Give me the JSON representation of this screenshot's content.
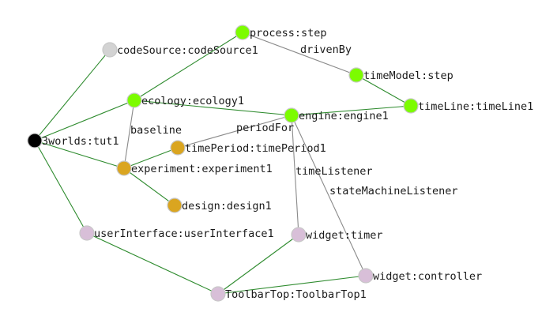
{
  "graph": {
    "colors": {
      "background": "#ffffff",
      "edge_green": "#2e8b2e",
      "edge_gray": "#8a8a8a",
      "root": "#000000",
      "code_source": "#d3d3d3",
      "green_node": "#7cfc00",
      "orange_node": "#daa520",
      "ui_node": "#d8bfd8"
    },
    "nodes": [
      {
        "id": "root",
        "label": "3worlds:tut1",
        "color": "root"
      },
      {
        "id": "codeSource",
        "label": "codeSource:codeSource1",
        "color": "code_source"
      },
      {
        "id": "process",
        "label": "process:step",
        "color": "green_node"
      },
      {
        "id": "timeModel",
        "label": "timeModel:step",
        "color": "green_node"
      },
      {
        "id": "timeLine",
        "label": "timeLine:timeLine1",
        "color": "green_node"
      },
      {
        "id": "ecology",
        "label": "ecology:ecology1",
        "color": "green_node"
      },
      {
        "id": "engine",
        "label": "engine:engine1",
        "color": "green_node"
      },
      {
        "id": "timePeriod",
        "label": "timePeriod:timePeriod1",
        "color": "orange_node"
      },
      {
        "id": "experiment",
        "label": "experiment:experiment1",
        "color": "orange_node"
      },
      {
        "id": "design",
        "label": "design:design1",
        "color": "orange_node"
      },
      {
        "id": "userInterface",
        "label": "userInterface:userInterface1",
        "color": "ui_node"
      },
      {
        "id": "timer",
        "label": "widget:timer",
        "color": "ui_node"
      },
      {
        "id": "controller",
        "label": "widget:controller",
        "color": "ui_node"
      },
      {
        "id": "toolbar",
        "label": "ToolbarTop:ToolbarTop1",
        "color": "ui_node"
      }
    ],
    "edges": [
      {
        "from": "root",
        "to": "codeSource",
        "style": "green",
        "label": ""
      },
      {
        "from": "root",
        "to": "ecology",
        "style": "green",
        "label": ""
      },
      {
        "from": "root",
        "to": "experiment",
        "style": "green",
        "label": ""
      },
      {
        "from": "root",
        "to": "userInterface",
        "style": "green",
        "label": ""
      },
      {
        "from": "ecology",
        "to": "process",
        "style": "green",
        "label": ""
      },
      {
        "from": "ecology",
        "to": "engine",
        "style": "green",
        "label": ""
      },
      {
        "from": "engine",
        "to": "timeLine",
        "style": "green",
        "label": ""
      },
      {
        "from": "timeModel",
        "to": "timeLine",
        "style": "green",
        "label": ""
      },
      {
        "from": "experiment",
        "to": "timePeriod",
        "style": "green",
        "label": ""
      },
      {
        "from": "experiment",
        "to": "design",
        "style": "green",
        "label": ""
      },
      {
        "from": "userInterface",
        "to": "toolbar",
        "style": "green",
        "label": ""
      },
      {
        "from": "toolbar",
        "to": "timer",
        "style": "green",
        "label": ""
      },
      {
        "from": "toolbar",
        "to": "controller",
        "style": "green",
        "label": ""
      },
      {
        "from": "process",
        "to": "timeModel",
        "style": "gray",
        "label": "drivenBy"
      },
      {
        "from": "ecology",
        "to": "experiment",
        "style": "gray",
        "label": "baseline"
      },
      {
        "from": "timePeriod",
        "to": "engine",
        "style": "gray",
        "label": "periodFor"
      },
      {
        "from": "engine",
        "to": "timer",
        "style": "gray",
        "label": "timeListener"
      },
      {
        "from": "engine",
        "to": "controller",
        "style": "gray",
        "label": "stateMachineListener"
      }
    ]
  }
}
